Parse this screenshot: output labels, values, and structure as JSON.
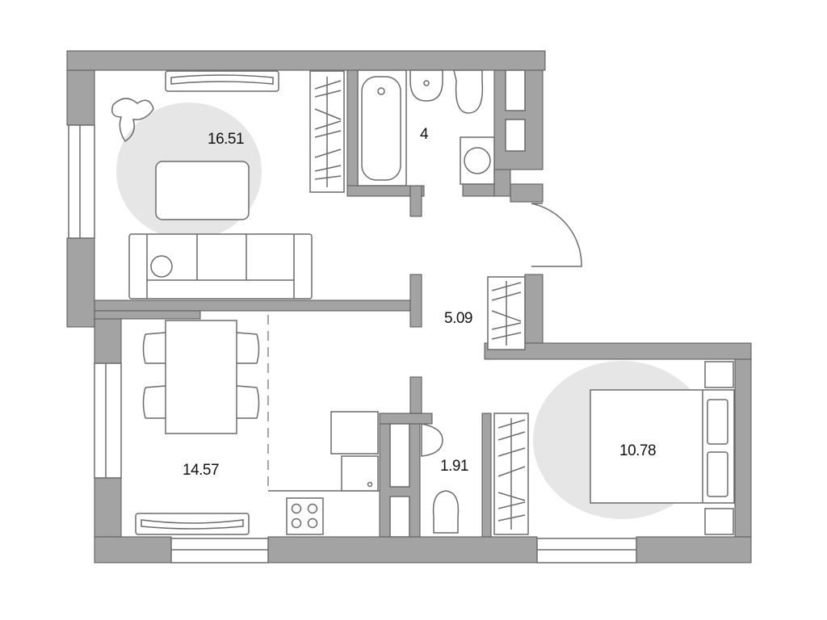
{
  "rooms": {
    "living_room": {
      "area": "16.51"
    },
    "bathroom": {
      "area": "4"
    },
    "hallway": {
      "area": "5.09"
    },
    "kitchen_dining": {
      "area": "14.57"
    },
    "toilet": {
      "area": "1.91"
    },
    "bedroom": {
      "area": "10.78"
    }
  },
  "colors": {
    "wall": "#a3a3a3",
    "rug": "#e6e6e6",
    "line": "#6b6b6b"
  }
}
